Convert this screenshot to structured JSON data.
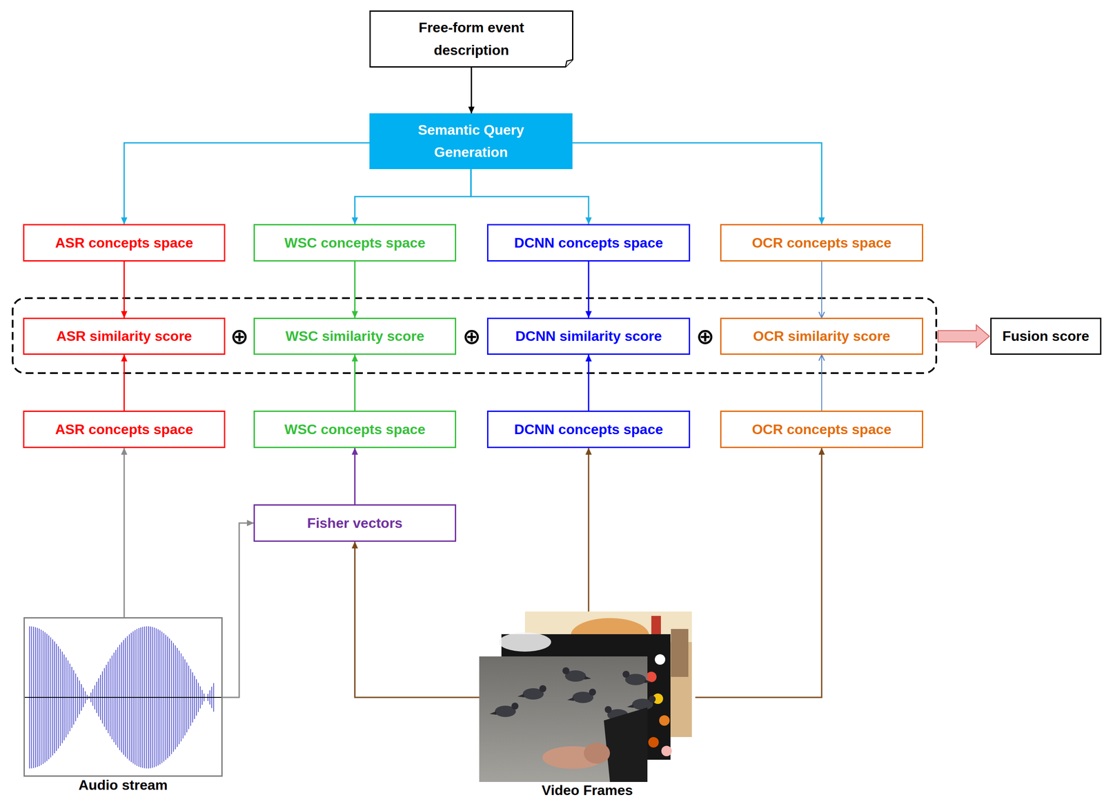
{
  "diagram": {
    "nodes": [
      {
        "text": [
          "Free-form event description"
        ]
      },
      {
        "text": [
          "Semantic Query Generation"
        ]
      },
      {
        "text": [
          "ASR concepts space"
        ]
      },
      {
        "text": [
          "WSC concepts space"
        ]
      },
      {
        "text": [
          "DCNN concepts space"
        ]
      },
      {
        "text": [
          "OCR concepts space"
        ]
      },
      {
        "text": [
          "ASR similarity score"
        ]
      },
      {
        "text": [
          "WSC similarity score"
        ]
      },
      {
        "text": [
          "DCNN similarity score"
        ]
      },
      {
        "text": [
          "OCR similarity score"
        ]
      },
      {
        "text": [
          "Fusion score"
        ]
      },
      {
        "text": [
          "ASR concepts space"
        ]
      },
      {
        "text": [
          "WSC concepts space"
        ]
      },
      {
        "text": [
          "DCNN concepts space"
        ]
      },
      {
        "text": [
          "OCR concepts space"
        ]
      },
      {
        "text": [
          "Fisher vectors"
        ]
      },
      {
        "text": [
          "Audio stream"
        ]
      },
      {
        "text": [
          "Video Frames"
        ]
      }
    ],
    "edges": [
      {
        "from": 0,
        "to": 1,
        "arrow": "to"
      },
      {
        "from": 1,
        "to": 2,
        "arrow": "to"
      },
      {
        "from": 1,
        "to": 3,
        "arrow": "to"
      },
      {
        "from": 1,
        "to": 4,
        "arrow": "to"
      },
      {
        "from": 1,
        "to": 5,
        "arrow": "to"
      },
      {
        "from": 2,
        "to": 6,
        "arrow": "to"
      },
      {
        "from": 3,
        "to": 7,
        "arrow": "to"
      },
      {
        "from": 4,
        "to": 8,
        "arrow": "to"
      },
      {
        "from": 5,
        "to": 9,
        "arrow": "to"
      },
      {
        "from": 11,
        "to": 6,
        "arrow": "to"
      },
      {
        "from": 12,
        "to": 7,
        "arrow": "to"
      },
      {
        "from": 13,
        "to": 8,
        "arrow": "to"
      },
      {
        "from": 14,
        "to": 9,
        "arrow": "to"
      },
      {
        "from": 9,
        "to": 10,
        "arrow": "to"
      },
      {
        "from": 16,
        "to": 11,
        "arrow": "to"
      },
      {
        "from": 16,
        "to": 15,
        "arrow": "to"
      },
      {
        "from": 17,
        "to": 15,
        "arrow": "to"
      },
      {
        "from": 17,
        "to": 13,
        "arrow": "to"
      },
      {
        "from": 17,
        "to": 14,
        "arrow": "to"
      },
      {
        "from": 15,
        "to": 12,
        "arrow": "to"
      }
    ],
    "labels": [
      "⊕",
      "⊕",
      "⊕"
    ]
  }
}
